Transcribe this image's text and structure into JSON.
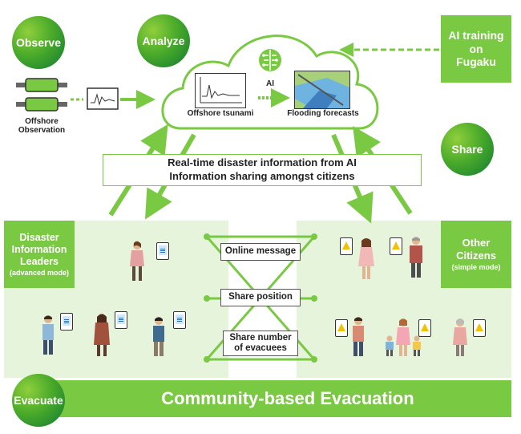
{
  "phases": {
    "observe": "Observe",
    "analyze": "Analyze",
    "share": "Share",
    "evacuate": "Evacuate"
  },
  "ai_training": "AI training\non\nFugaku",
  "offshore_observation": "Offshore\nObservation",
  "cloud": {
    "ai_label": "AI",
    "tsunami_label": "Offshore tsunami",
    "flood_label": "Flooding forecasts"
  },
  "info_box": {
    "line1": "Real-time disaster information from AI",
    "line2": "Information sharing amongst citizens"
  },
  "leaders": {
    "title": "Disaster\nInformation\nLeaders",
    "mode": "(advanced mode)"
  },
  "others": {
    "title": "Other\nCitizens",
    "mode": "(simple mode)"
  },
  "messages": [
    "Online message",
    "Share position",
    "Share number\nof evacuees"
  ],
  "banner": "Community-based Evacuation",
  "colors": {
    "accent_green": "#7ac943",
    "dark_green": "#4bab2a",
    "pale_green": "#e6f4dc"
  }
}
